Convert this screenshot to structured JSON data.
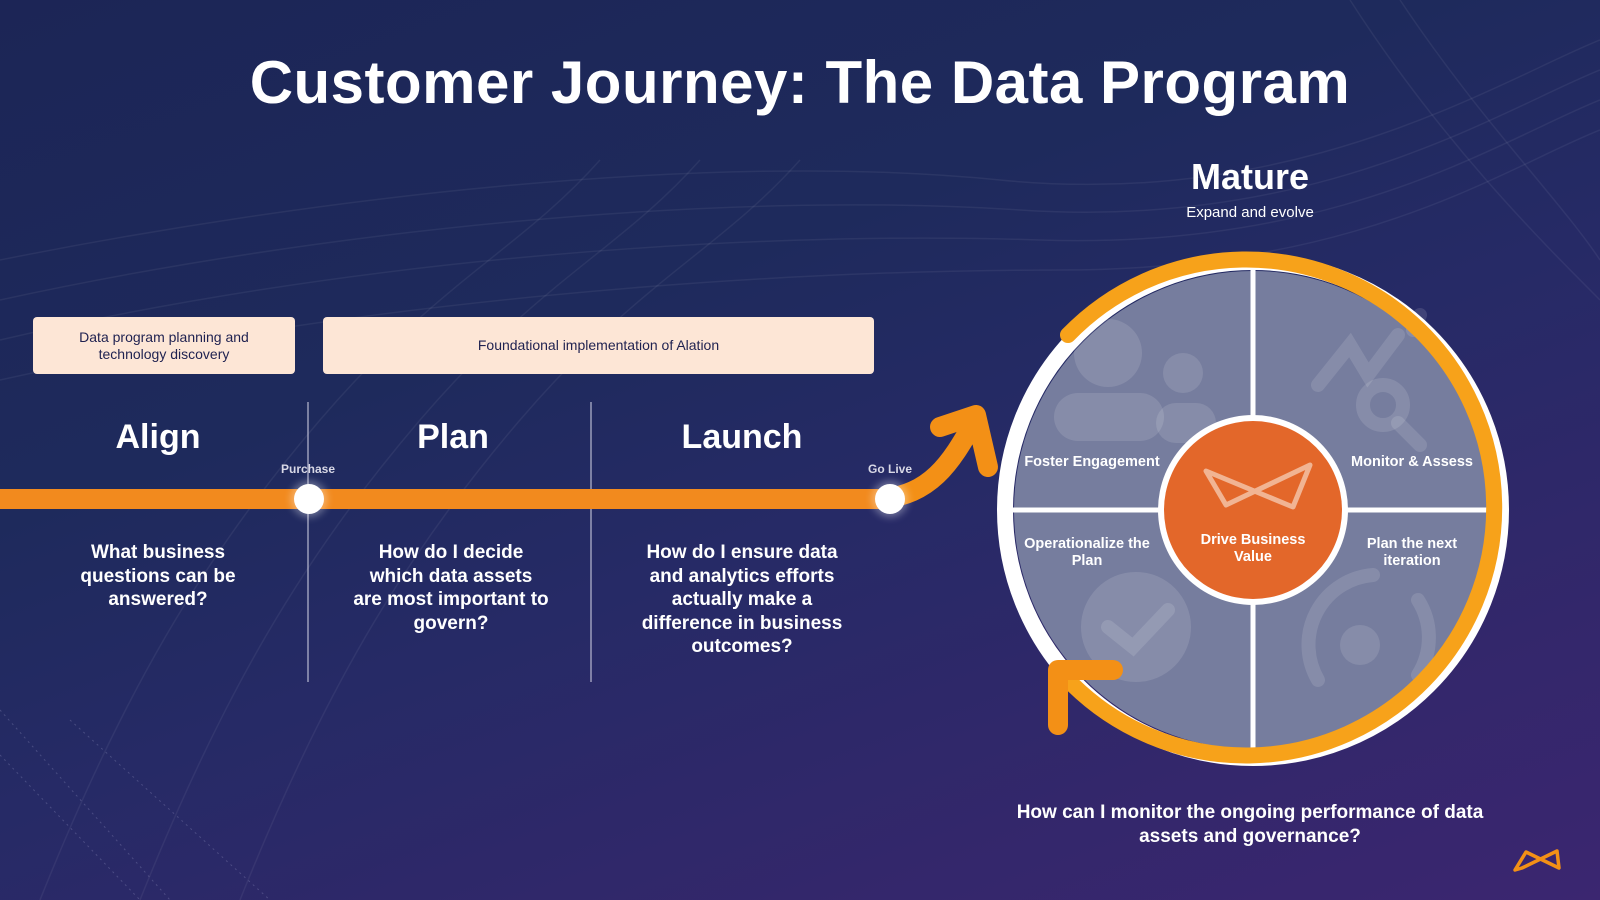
{
  "title": "Customer Journey: The Data Program",
  "colors": {
    "timeline_orange": "#f28a1e",
    "arc_orange": "#f7a21a",
    "center_orange": "#e3672a",
    "phase_box_bg": "#fde6d6",
    "wheel_segment": "#767d9e",
    "bg_dark": "#1e2a5c",
    "bg_purple": "#3b2670"
  },
  "phase_boxes": [
    {
      "label": "Data program planning and technology discovery"
    },
    {
      "label": "Foundational implementation of Alation"
    }
  ],
  "stages": [
    {
      "name": "Align",
      "question": "What business questions can be answered?"
    },
    {
      "name": "Plan",
      "question": "How do I decide which data assets are most important to govern?"
    },
    {
      "name": "Launch",
      "question": "How do I ensure data and analytics efforts actually make a difference in business outcomes?"
    }
  ],
  "milestones": [
    {
      "label": "Purchase"
    },
    {
      "label": "Go Live"
    }
  ],
  "mature": {
    "title": "Mature",
    "subtitle": "Expand and evolve",
    "center": "Drive Business Value",
    "segments": [
      {
        "label": "Foster Engagement",
        "icon": "people-icon"
      },
      {
        "label": "Monitor & Assess",
        "icon": "chart-magnifier-icon"
      },
      {
        "label": "Operationalize the Plan",
        "icon": "checkmark-icon"
      },
      {
        "label": "Plan the next iteration",
        "icon": "lightbulb-cycle-icon"
      }
    ],
    "question": "How can I monitor the ongoing performance of data assets and governance?"
  },
  "logo": {
    "icon": "alation-bowtie-icon"
  }
}
